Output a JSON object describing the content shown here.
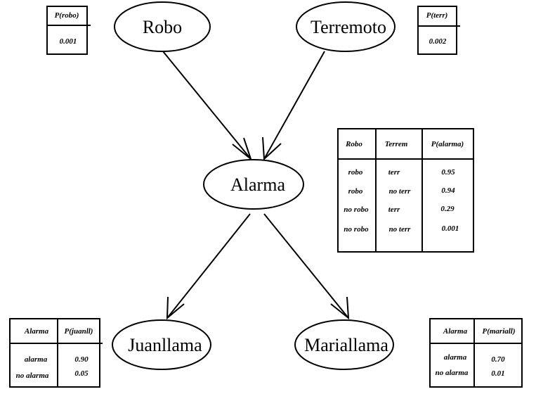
{
  "nodes": {
    "robo": "Robo",
    "terremoto": "Terremoto",
    "alarma": "Alarma",
    "juanllama": "Juanllama",
    "mariallama": "Mariallama"
  },
  "cpt_robo": {
    "header": "P(robo)",
    "value": "0.001"
  },
  "cpt_terr": {
    "header": "P(terr)",
    "value": "0.002"
  },
  "cpt_alarma": {
    "headers": [
      "Robo",
      "Terrem",
      "P(alarma)"
    ],
    "rows": [
      [
        "robo",
        "terr",
        "0.95"
      ],
      [
        "robo",
        "no terr",
        "0.94"
      ],
      [
        "no robo",
        "terr",
        "0.29"
      ],
      [
        "no robo",
        "no terr",
        "0.001"
      ]
    ]
  },
  "cpt_juan": {
    "headers": [
      "Alarma",
      "P(juanll)"
    ],
    "rows": [
      [
        "alarma",
        "0.90"
      ],
      [
        "no alarma",
        "0.05"
      ]
    ]
  },
  "cpt_maria": {
    "headers": [
      "Alarma",
      "P(mariall)"
    ],
    "rows": [
      [
        "alarma",
        "0.70"
      ],
      [
        "no alarma",
        "0.01"
      ]
    ]
  }
}
